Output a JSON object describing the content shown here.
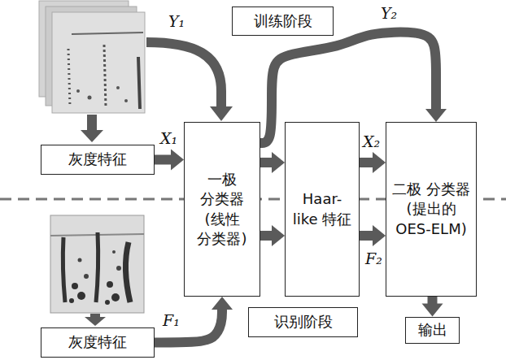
{
  "diagram": {
    "nodes": [
      {
        "text": [
          "训练阶段"
        ]
      },
      {
        "text": [
          "灰度特征"
        ]
      },
      {
        "text": [
          "一极 分类器",
          "(线性 分类器)"
        ]
      },
      {
        "text": [
          "Haar-like 特征"
        ]
      },
      {
        "text": [
          "二极 分类器",
          "(提出的 OES-ELM)"
        ]
      },
      {
        "text": [
          "灰度特征"
        ]
      },
      {
        "text": [
          "识别阶段"
        ]
      },
      {
        "text": [
          "输出"
        ]
      }
    ],
    "edges": [
      {
        "from": 1,
        "to": 2,
        "arrow": "to",
        "label": "X₁"
      },
      {
        "from": 2,
        "to": 3,
        "arrow": "to"
      },
      {
        "from": 2,
        "to": 3,
        "arrow": "to"
      },
      {
        "from": 3,
        "to": 4,
        "arrow": "to",
        "label": "X₂"
      },
      {
        "from": 3,
        "to": 4,
        "arrow": "to",
        "label": "F₂"
      },
      {
        "from": 2,
        "to": 4,
        "arrow": "to",
        "label": "Y₂"
      },
      {
        "from": 5,
        "to": 2,
        "arrow": "to",
        "label": "F₁"
      },
      {
        "from": 4,
        "to": 7,
        "arrow": "to"
      }
    ],
    "labels": [
      "Y₁"
    ]
  }
}
